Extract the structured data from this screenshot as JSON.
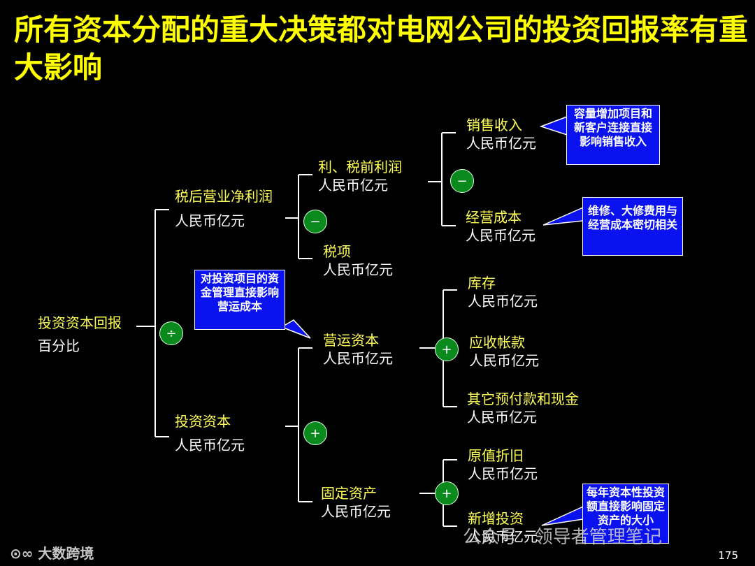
{
  "title": "所有资本分配的重大决策都对电网公司的投资回报率有重大影响",
  "root": {
    "label": "投资资本回报",
    "unit": "百分比"
  },
  "level1": {
    "net_profit": {
      "label": "税后营业净利润",
      "unit": "人民币亿元"
    },
    "invested_capital": {
      "label": "投资资本",
      "unit": "人民币亿元"
    }
  },
  "level2": {
    "ebit": {
      "label": "利、税前利润",
      "unit": "人民币亿元"
    },
    "tax": {
      "label": "税项",
      "unit": "人民币亿元"
    },
    "working_capital": {
      "label": "营运资本",
      "unit": "人民币亿元"
    },
    "fixed_assets": {
      "label": "固定资产",
      "unit": "人民币亿元"
    }
  },
  "level3": {
    "sales": {
      "label": "销售收入",
      "unit": "人民币亿元"
    },
    "opcost": {
      "label": "经营成本",
      "unit": "人民币亿元"
    },
    "inventory": {
      "label": "库存",
      "unit": "人民币亿元"
    },
    "receivables": {
      "label": "应收帐款",
      "unit": "人民币亿元"
    },
    "other": {
      "label": "其它预付款和现金",
      "unit": "人民币亿元"
    },
    "depreciation": {
      "label": "原值折旧",
      "unit": "人民币亿元"
    },
    "new_invest": {
      "label": "新增投资",
      "unit": "人民币亿元"
    }
  },
  "operators": {
    "divide": "÷",
    "minus": "−",
    "plus": "+"
  },
  "notes": {
    "sales": "容量增加项目和新客户连接直接影响销售收入",
    "opcost": "维修、大修费用与经营成本密切相关",
    "working_capital": "对投资项目的资金管理直接影响营运成本",
    "new_invest": "每年资本性投资额直接影响固定资产的大小"
  },
  "watermark": {
    "text": "公众号 · 领导者管理笔记",
    "logo": "大数跨境"
  },
  "page_number": "175",
  "colors": {
    "label": "#ffff55",
    "unit": "#ffffff",
    "operator_fill": "#0a8a1c",
    "note_fill": "#0a12f0",
    "title": "#ffff00",
    "background": "#000000"
  }
}
